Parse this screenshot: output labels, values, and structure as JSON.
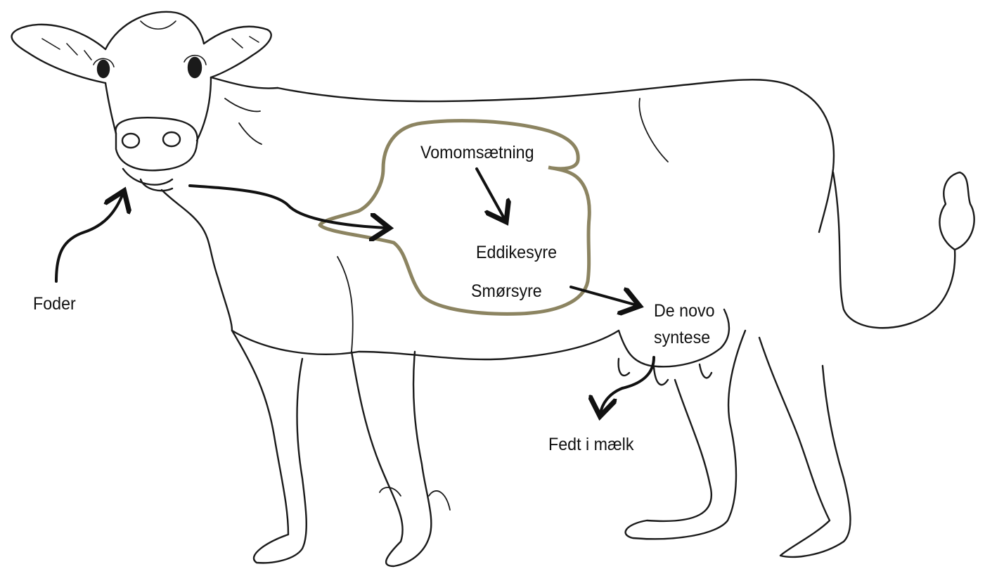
{
  "diagram": {
    "labels": {
      "feed": "Foder",
      "rumen_fermentation": "Vomomsætning",
      "acetic_acid": "Eddikesyre",
      "butyric_acid": "Smørsyre",
      "de_novo_line1": "De novo",
      "de_novo_line2": "syntese",
      "milk_fat": "Fedt i mælk"
    },
    "colors": {
      "outline": "#1a1a1a",
      "rumen": "#8c8461",
      "arrow": "#111111",
      "background": "#ffffff"
    }
  }
}
